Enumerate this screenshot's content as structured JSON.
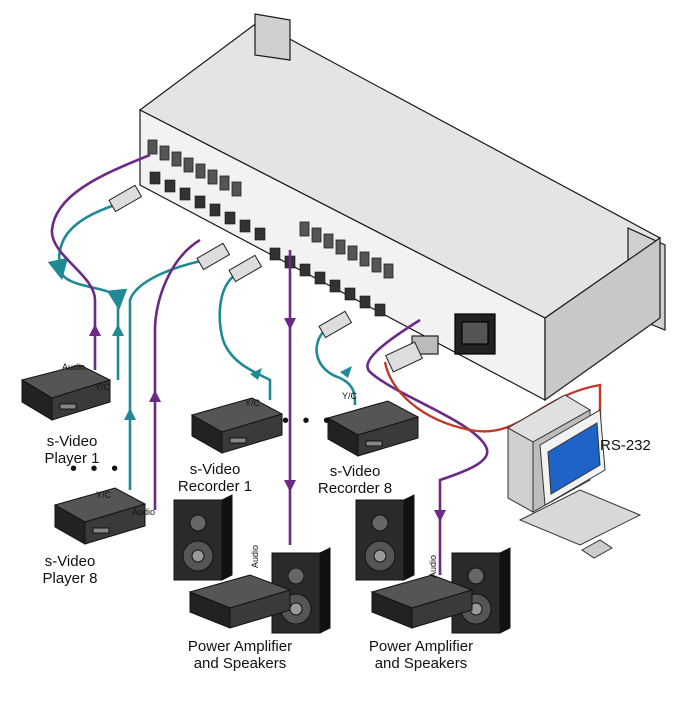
{
  "devices": {
    "player1": "s-Video\nPlayer 1",
    "player8": "s-Video\nPlayer 8",
    "recorder1": "s-Video\nRecorder 1",
    "recorder8": "s-Video\nRecorder 8",
    "amp_left": "Power Amplifier\nand Speakers",
    "amp_right": "Power Amplifier\nand Speakers",
    "pc": "RS-232"
  },
  "cable_labels": {
    "audio": "Audio",
    "yc": "Y/C"
  },
  "ellipsis": "• • •",
  "colors": {
    "audio_cable": "#6b2a86",
    "video_cable": "#1f8a96",
    "rs232_cable": "#c0392b",
    "chassis": "#e6e6e6",
    "outline": "#1a1a1a"
  },
  "icons": {
    "switcher": "rack-switcher-icon",
    "player": "video-player-icon",
    "recorder": "video-recorder-icon",
    "speaker": "speaker-icon",
    "amplifier": "amplifier-icon",
    "computer": "computer-icon"
  }
}
